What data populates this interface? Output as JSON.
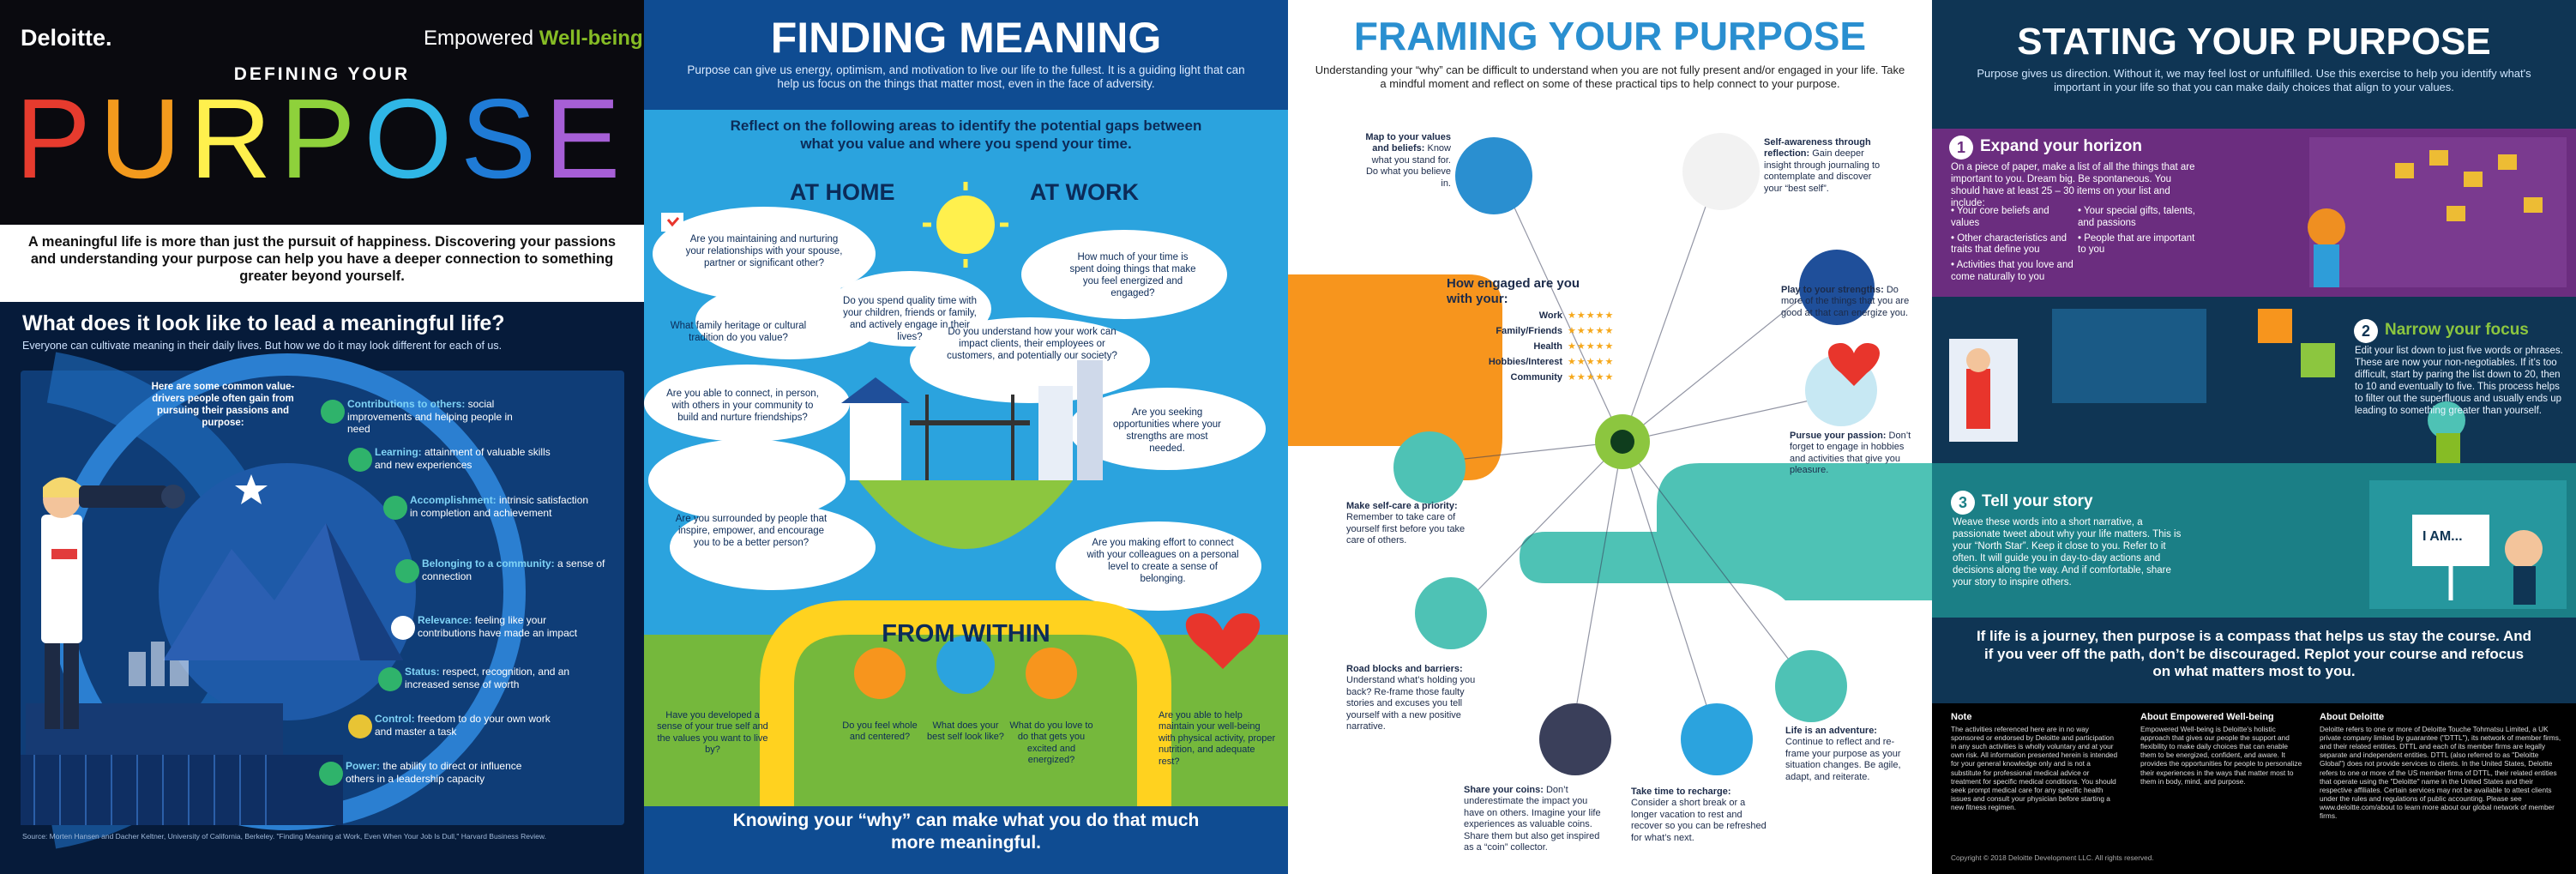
{
  "brand": {
    "logo": "Deloitte.",
    "tagline_prefix": "Empowered",
    "tagline_highlight": "Well-being"
  },
  "panel1": {
    "kicker": "DEFINING YOUR",
    "title": "PURPOSE",
    "title_letters": [
      "P",
      "U",
      "R",
      "P",
      "O",
      "S",
      "E"
    ],
    "title_colors": [
      "#e63b2e",
      "#f39a1d",
      "#fff04d",
      "#8ed13b",
      "#2fb6e6",
      "#1f7bd6",
      "#a65fd6"
    ],
    "intro": "A meaningful life is more than just the pursuit of happiness. Discovering your passions and understanding your purpose can help you have a deeper connection to something greater beyond yourself.",
    "section_title": "What does it look like to lead a meaningful life?",
    "section_sub": "Everyone can cultivate meaning in their daily lives. But how we do it may look different for each of us.",
    "lead": "Here are some common value-drivers people often gain from pursuing their passions and purpose:",
    "drivers": [
      {
        "t": "Contributions to others:",
        "d": " social improvements and helping people in need"
      },
      {
        "t": "Learning:",
        "d": " attainment of valuable skills and new experiences"
      },
      {
        "t": "Accomplishment:",
        "d": " intrinsic satisfaction in completion and achievement"
      },
      {
        "t": "Belonging to a community:",
        "d": " a sense of connection"
      },
      {
        "t": "Relevance:",
        "d": " feeling like your contributions have made an impact"
      },
      {
        "t": "Status:",
        "d": " respect, recognition, and an increased sense of worth"
      },
      {
        "t": "Control:",
        "d": " freedom to do your own work and master a task"
      },
      {
        "t": "Power:",
        "d": " the ability to direct or influence others in a leadership capacity"
      }
    ],
    "source": "Source: Morten Hansen and Dacher Keltner, University of California, Berkeley. \"Finding Meaning at Work, Even When Your Job Is Dull,\" Harvard Business Review."
  },
  "panel2": {
    "title": "FINDING MEANING",
    "intro": "Purpose can give us energy, optimism, and motivation to live our life to the fullest. It is a guiding light that can help us focus on the things that matter most, even in the face of adversity.",
    "reflect": "Reflect on the following areas to identify the potential gaps between what you value and where you spend your time.",
    "at_home": "AT HOME",
    "at_work": "AT WORK",
    "home_q": [
      "Are you maintaining and nurturing your relationships with your spouse, partner or significant other?",
      "Do you spend quality time with your children, friends or family, and actively engage in their lives?",
      "What family heritage or cultural tradition do you value?",
      "Are you able to connect, in person, with others in your community to build and nurture friendships?",
      "Are you surrounded by people that inspire, empower, and encourage you to be a better person?"
    ],
    "work_q": [
      "How much of your time is spent doing things that make you feel energized and engaged?",
      "Do you understand how your work can impact clients, their employees or customers, and potentially our society?",
      "Are you seeking opportunities where your strengths are most needed.",
      "Are you making effort to connect with your colleagues on a personal level to create a sense of belonging."
    ],
    "from_within": "FROM WITHIN",
    "within_q": [
      "Have you developed a sense of your true self and the values you want to live by?",
      "Do you feel whole and centered?",
      "What does your best self look like?",
      "What do you love to do that gets you excited and energized?",
      "Are you able to help maintain your well-being with physical activity, proper nutrition, and adequate rest?"
    ],
    "bottom": "Knowing your “why” can make what you do that much more meaningful."
  },
  "panel3": {
    "title": "FRAMING YOUR PURPOSE",
    "intro": "Understanding your “why” can be difficult to understand when you are not fully present and/or engaged in your life. Take a mindful moment and reflect on some of these practical tips to help connect to your purpose.",
    "engaged_title": "How engaged are you with your:",
    "engaged_items": [
      "Work",
      "Family/Friends",
      "Health",
      "Hobbies/Interest",
      "Community"
    ],
    "stars": "★★★★★",
    "tips": [
      {
        "t": "Map to your values and beliefs:",
        "d": " Know what you stand for. Do what you believe in."
      },
      {
        "t": "Self-awareness through reflection:",
        "d": " Gain deeper insight through journaling to contemplate and discover your “best self”."
      },
      {
        "t": "Play to your strengths:",
        "d": " Do more of the things that you are good at that can energize you."
      },
      {
        "t": "Pursue your passion:",
        "d": " Don’t forget to engage in hobbies and activities that give you pleasure."
      },
      {
        "t": "Make self-care a priority:",
        "d": " Remember to take care of yourself first before you take care of others."
      },
      {
        "t": "Road blocks and barriers:",
        "d": " Understand what’s holding you back? Re-frame those faulty stories and excuses you tell yourself with a new positive narrative."
      },
      {
        "t": "Share your coins:",
        "d": " Don’t underestimate the impact you have on others. Imagine your life experiences as valuable coins. Share them but also get inspired as a “coin” collector."
      },
      {
        "t": "Take time to recharge:",
        "d": " Consider a short break or a longer vacation to rest and recover so you can be refreshed for what’s next."
      },
      {
        "t": "Life is an adventure:",
        "d": " Continue to reflect and re-frame your purpose as your situation changes. Be agile, adapt, and reiterate."
      }
    ]
  },
  "panel4": {
    "title": "STATING YOUR PURPOSE",
    "intro": "Purpose gives us direction. Without it, we may feel lost or unfulfilled. Use this exercise to help you identify what's important in your life so that you can make daily choices that align to your values.",
    "steps": [
      {
        "n": "1",
        "t": "Expand your horizon",
        "d": "On a piece of paper, make a list of all the things that are important to you. Dream big. Be spontaneous. You should have at least 25 – 30 items on your list and include:"
      },
      {
        "n": "2",
        "t": "Narrow your focus",
        "d": "Edit your list down to just five words or phrases. These are now your non-negotiables. If it’s too difficult, start by paring the list down to 20, then to 10 and eventually to five. This process helps to filter out the superfluous and usually ends up leading to something greater than yourself."
      },
      {
        "n": "3",
        "t": "Tell your story",
        "d": "Weave these words into a short narrative, a passionate tweet about why your life matters. This is your “North Star”. Keep it close to you. Refer to it often. It will guide you in day-to-day actions and decisions along the way. And if comfortable, share your story to inspire others."
      }
    ],
    "list_left": [
      "Your core beliefs and values",
      "Other characteristics and traits that define you",
      "Activities that you love and come naturally to you"
    ],
    "list_right": [
      "Your special gifts, talents, and passions",
      "People that are important to you"
    ],
    "sign": "I AM...",
    "closing": "If life is a journey, then purpose is a compass that helps us stay the course. And if you veer off the path, don’t be discouraged. Replot your course and refocus on what matters most to you.",
    "note_title": "Note",
    "note": "The activities referenced here are in no way sponsored or endorsed by Deloitte and participation in any such activities is wholly voluntary and at your own risk. All information presented herein is intended for your general knowledge only and is not a substitute for professional medical advice or treatment for specific medical conditions. You should seek prompt medical care for any specific health issues and consult your physician before starting a new fitness regimen.",
    "about_ew_title": "About Empowered Well-being",
    "about_ew": "Empowered Well-being is Deloitte's holistic approach that gives our people the support and flexibility to make daily choices that can enable them to be energized, confident, and aware. It provides the opportunities for people to personalize their experiences in the ways that matter most to them in body, mind, and purpose.",
    "about_d_title": "About Deloitte",
    "about_d": "Deloitte refers to one or more of Deloitte Touche Tohmatsu Limited, a UK private company limited by guarantee (\"DTTL\"), its network of member firms, and their related entities. DTTL and each of its member firms are legally separate and independent entities. DTTL (also referred to as \"Deloitte Global\") does not provide services to clients. In the United States, Deloitte refers to one or more of the US member firms of DTTL, their related entities that operate using the \"Deloitte\" name in the United States and their respective affiliates. Certain services may not be available to attest clients under the rules and regulations of public accounting. Please see www.deloitte.com/about to learn more about our global network of member firms.",
    "copyright": "Copyright © 2018 Deloitte Development LLC. All rights reserved."
  },
  "colors": {
    "navy": "#0b2f5e",
    "blue": "#1f72c6",
    "orange": "#f7951d",
    "teal": "#4ec2b5",
    "purple": "#6b2d7f",
    "green": "#86bc25"
  }
}
